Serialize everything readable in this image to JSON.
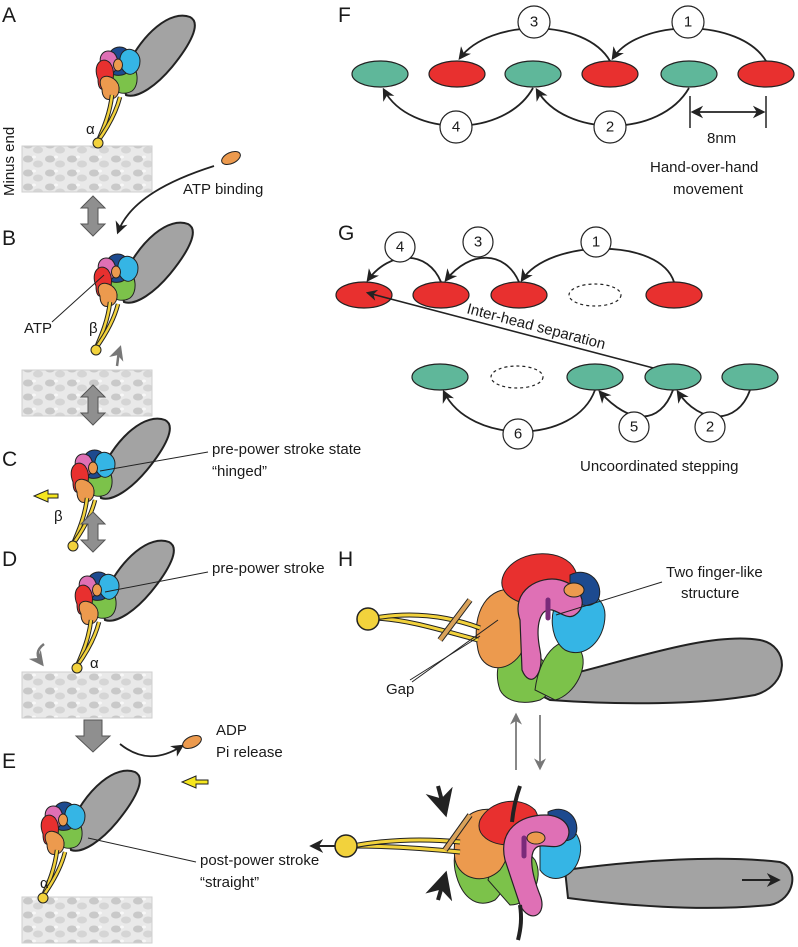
{
  "panels": {
    "A": "A",
    "B": "B",
    "C": "C",
    "D": "D",
    "E": "E",
    "F": "F",
    "G": "G",
    "H": "H"
  },
  "left_column": {
    "minus_end": "Minus end",
    "alpha_a": "α",
    "atp_binding": "ATP binding",
    "atp": "ATP",
    "beta_b": "β",
    "pre_power_hinged_line1": "pre-power stroke state",
    "pre_power_hinged_line2": "“hinged”",
    "beta_c": "β",
    "pre_power": "pre-power stroke",
    "alpha_d": "α",
    "adp": "ADP",
    "pi_release": "Pi release",
    "post_power_line1": "post-power stroke",
    "post_power_line2": "“straight”",
    "alpha_e": "α"
  },
  "panel_f": {
    "step_numbers": [
      "3",
      "1",
      "4",
      "2"
    ],
    "distance": "8nm",
    "caption_line1": "Hand-over-hand",
    "caption_line2": "movement"
  },
  "panel_g": {
    "step_numbers": [
      "4",
      "3",
      "1",
      "5",
      "6",
      "2"
    ],
    "separation": "Inter-head separation",
    "caption": "Uncoordinated stepping"
  },
  "panel_h": {
    "finger_line1": "Two finger-like",
    "finger_line2": "structure",
    "gap": "Gap"
  },
  "colors": {
    "red_head": "#e8302f",
    "teal_head": "#5fb79a",
    "tail_gray": "#a3a3a3",
    "orange": "#ec9a4e",
    "pink": "#df70b5",
    "cyan": "#35b5e5",
    "green": "#7cc24a",
    "navy": "#1d4a8f",
    "stalk_yellow": "#f2d23c",
    "arrow_yellow": "#f5e61e"
  },
  "icons": [
    "dynein-motor-icon",
    "microtubule-icon",
    "double-arrow-icon",
    "step-arrow-icon"
  ]
}
